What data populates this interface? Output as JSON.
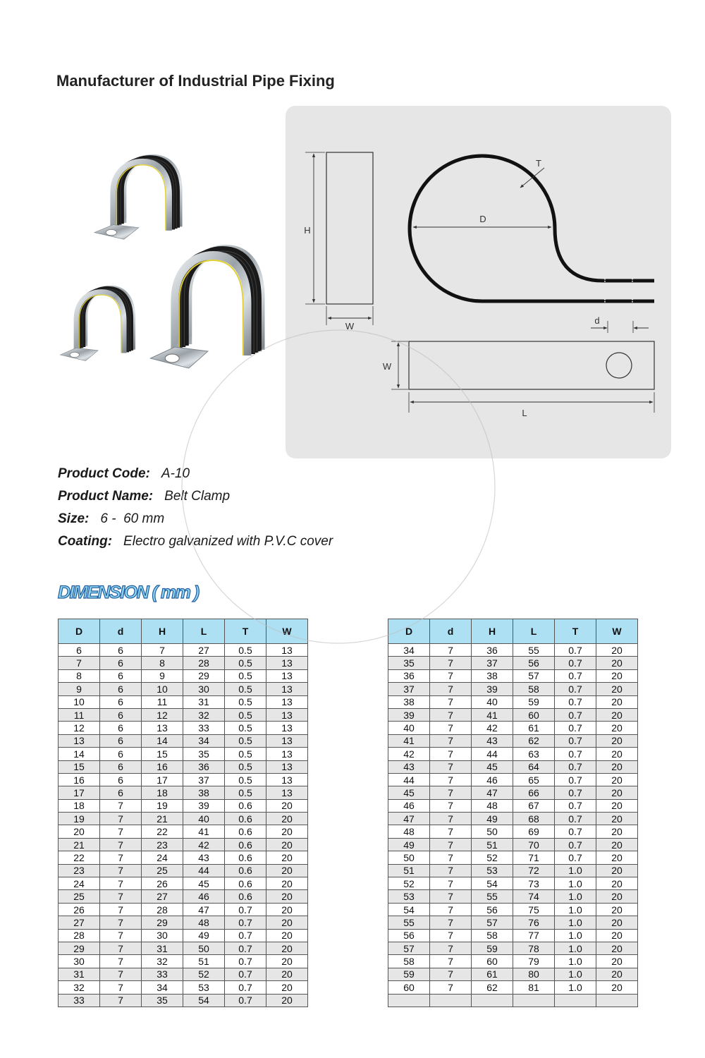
{
  "page": {
    "title": "Manufacturer of Industrial Pipe Fixing"
  },
  "diagram": {
    "labels": {
      "h": "H",
      "w_front": "W",
      "diameter": "D",
      "thickness": "T",
      "hole": "d",
      "w_bottom": "W",
      "length": "L"
    }
  },
  "product": {
    "code_label": "Product Code:",
    "code": "A-10",
    "name_label": "Product Name:",
    "name": "Belt Clamp",
    "size_label": "Size:",
    "size": "6 -  60 mm",
    "coating_label": "Coating:",
    "coating": "Electro galvanized with P.V.C cover"
  },
  "dimension": {
    "heading": "DIMENSION ( mm )",
    "columns": [
      "D",
      "d",
      "H",
      "L",
      "T",
      "W"
    ],
    "left_rows": [
      [
        "6",
        "6",
        "7",
        "27",
        "0.5",
        "13"
      ],
      [
        "7",
        "6",
        "8",
        "28",
        "0.5",
        "13"
      ],
      [
        "8",
        "6",
        "9",
        "29",
        "0.5",
        "13"
      ],
      [
        "9",
        "6",
        "10",
        "30",
        "0.5",
        "13"
      ],
      [
        "10",
        "6",
        "11",
        "31",
        "0.5",
        "13"
      ],
      [
        "11",
        "6",
        "12",
        "32",
        "0.5",
        "13"
      ],
      [
        "12",
        "6",
        "13",
        "33",
        "0.5",
        "13"
      ],
      [
        "13",
        "6",
        "14",
        "34",
        "0.5",
        "13"
      ],
      [
        "14",
        "6",
        "15",
        "35",
        "0.5",
        "13"
      ],
      [
        "15",
        "6",
        "16",
        "36",
        "0.5",
        "13"
      ],
      [
        "16",
        "6",
        "17",
        "37",
        "0.5",
        "13"
      ],
      [
        "17",
        "6",
        "18",
        "38",
        "0.5",
        "13"
      ],
      [
        "18",
        "7",
        "19",
        "39",
        "0.6",
        "20"
      ],
      [
        "19",
        "7",
        "21",
        "40",
        "0.6",
        "20"
      ],
      [
        "20",
        "7",
        "22",
        "41",
        "0.6",
        "20"
      ],
      [
        "21",
        "7",
        "23",
        "42",
        "0.6",
        "20"
      ],
      [
        "22",
        "7",
        "24",
        "43",
        "0.6",
        "20"
      ],
      [
        "23",
        "7",
        "25",
        "44",
        "0.6",
        "20"
      ],
      [
        "24",
        "7",
        "26",
        "45",
        "0.6",
        "20"
      ],
      [
        "25",
        "7",
        "27",
        "46",
        "0.6",
        "20"
      ],
      [
        "26",
        "7",
        "28",
        "47",
        "0.7",
        "20"
      ],
      [
        "27",
        "7",
        "29",
        "48",
        "0.7",
        "20"
      ],
      [
        "28",
        "7",
        "30",
        "49",
        "0.7",
        "20"
      ],
      [
        "29",
        "7",
        "31",
        "50",
        "0.7",
        "20"
      ],
      [
        "30",
        "7",
        "32",
        "51",
        "0.7",
        "20"
      ],
      [
        "31",
        "7",
        "33",
        "52",
        "0.7",
        "20"
      ],
      [
        "32",
        "7",
        "34",
        "53",
        "0.7",
        "20"
      ],
      [
        "33",
        "7",
        "35",
        "54",
        "0.7",
        "20"
      ]
    ],
    "right_rows": [
      [
        "34",
        "7",
        "36",
        "55",
        "0.7",
        "20"
      ],
      [
        "35",
        "7",
        "37",
        "56",
        "0.7",
        "20"
      ],
      [
        "36",
        "7",
        "38",
        "57",
        "0.7",
        "20"
      ],
      [
        "37",
        "7",
        "39",
        "58",
        "0.7",
        "20"
      ],
      [
        "38",
        "7",
        "40",
        "59",
        "0.7",
        "20"
      ],
      [
        "39",
        "7",
        "41",
        "60",
        "0.7",
        "20"
      ],
      [
        "40",
        "7",
        "42",
        "61",
        "0.7",
        "20"
      ],
      [
        "41",
        "7",
        "43",
        "62",
        "0.7",
        "20"
      ],
      [
        "42",
        "7",
        "44",
        "63",
        "0.7",
        "20"
      ],
      [
        "43",
        "7",
        "45",
        "64",
        "0.7",
        "20"
      ],
      [
        "44",
        "7",
        "46",
        "65",
        "0.7",
        "20"
      ],
      [
        "45",
        "7",
        "47",
        "66",
        "0.7",
        "20"
      ],
      [
        "46",
        "7",
        "48",
        "67",
        "0.7",
        "20"
      ],
      [
        "47",
        "7",
        "49",
        "68",
        "0.7",
        "20"
      ],
      [
        "48",
        "7",
        "50",
        "69",
        "0.7",
        "20"
      ],
      [
        "49",
        "7",
        "51",
        "70",
        "0.7",
        "20"
      ],
      [
        "50",
        "7",
        "52",
        "71",
        "0.7",
        "20"
      ],
      [
        "51",
        "7",
        "53",
        "72",
        "1.0",
        "20"
      ],
      [
        "52",
        "7",
        "54",
        "73",
        "1.0",
        "20"
      ],
      [
        "53",
        "7",
        "55",
        "74",
        "1.0",
        "20"
      ],
      [
        "54",
        "7",
        "56",
        "75",
        "1.0",
        "20"
      ],
      [
        "55",
        "7",
        "57",
        "76",
        "1.0",
        "20"
      ],
      [
        "56",
        "7",
        "58",
        "77",
        "1.0",
        "20"
      ],
      [
        "57",
        "7",
        "59",
        "78",
        "1.0",
        "20"
      ],
      [
        "58",
        "7",
        "60",
        "79",
        "1.0",
        "20"
      ],
      [
        "59",
        "7",
        "61",
        "80",
        "1.0",
        "20"
      ],
      [
        "60",
        "7",
        "62",
        "81",
        "1.0",
        "20"
      ]
    ]
  },
  "colors": {
    "header": "#aee0f4",
    "stripe": "#e6e6e6",
    "panel": "#e6e6e6",
    "heading_fill": "#8fd6f0",
    "heading_stroke": "#1f5b9e"
  }
}
